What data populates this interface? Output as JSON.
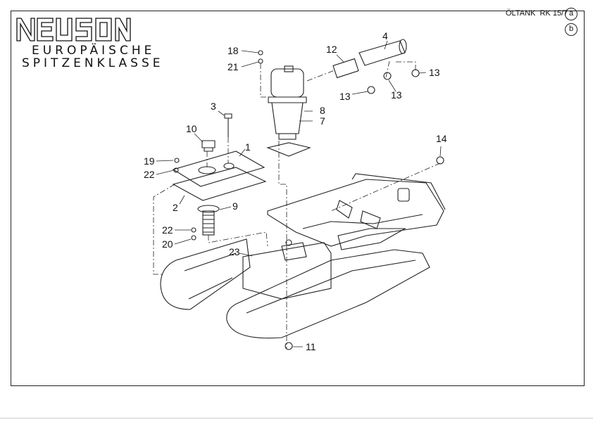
{
  "logo": {
    "brand": "NEUSON",
    "tagline_1": "EUROPÄISCHE",
    "tagline_2": "SPITZENKLASSE"
  },
  "header": {
    "title": "ÖLTANK  RK 15/7",
    "variant_a": "a",
    "variant_b": "b"
  },
  "callouts": [
    "18",
    "21",
    "12",
    "4",
    "13",
    "13",
    "13",
    "3",
    "8",
    "7",
    "10",
    "1",
    "19",
    "22",
    "14",
    "2",
    "9",
    "22",
    "20",
    "23",
    "11"
  ]
}
